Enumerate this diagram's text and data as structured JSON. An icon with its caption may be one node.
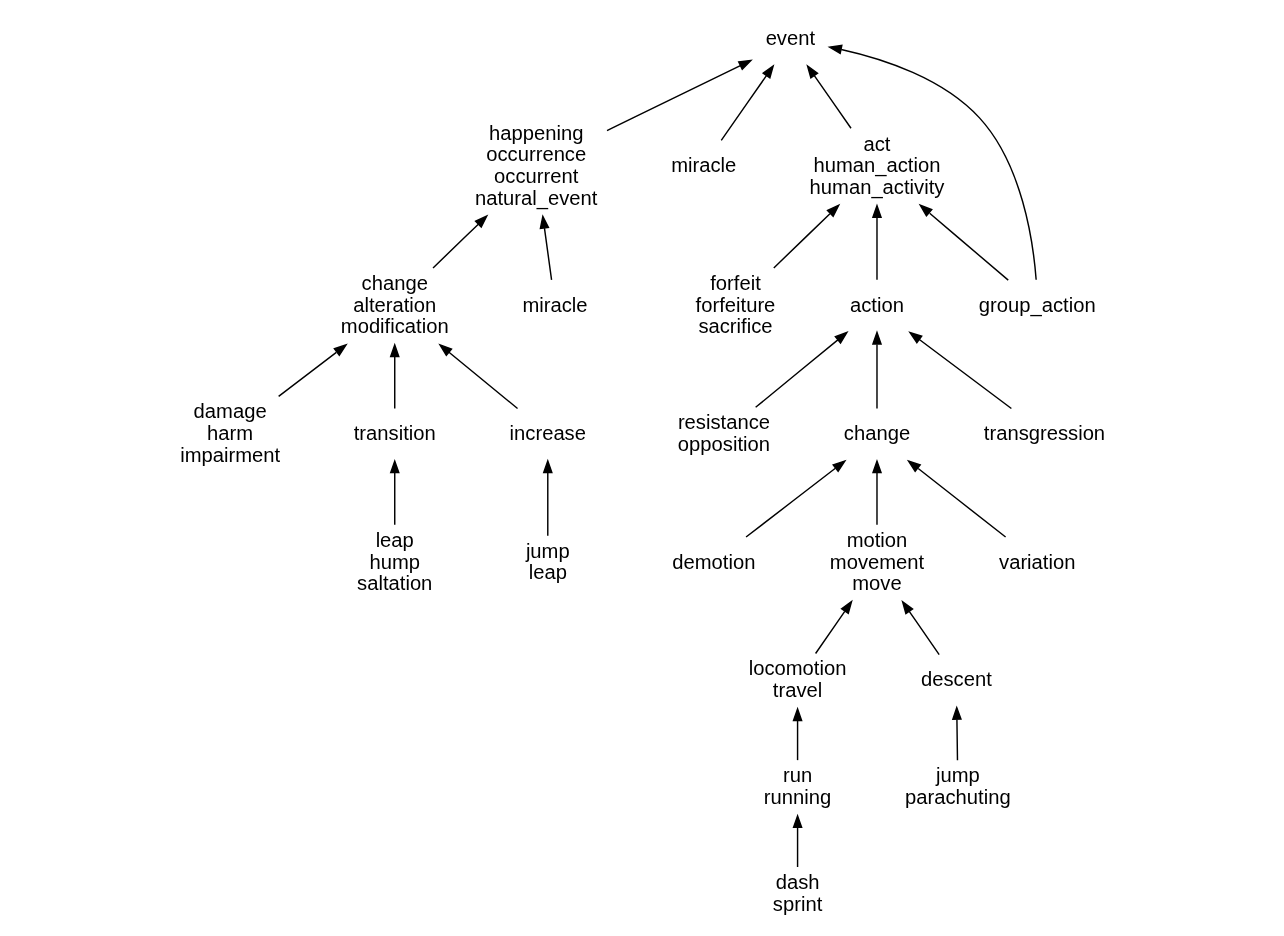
{
  "diagram": {
    "nodes": [
      {
        "text": [
          "event"
        ]
      },
      {
        "text": [
          "happening",
          "occurrence",
          "occurrent",
          "natural_event"
        ]
      },
      {
        "text": [
          "miracle"
        ]
      },
      {
        "text": [
          "act",
          "human_action",
          "human_activity"
        ]
      },
      {
        "text": [
          "change",
          "alteration",
          "modification"
        ]
      },
      {
        "text": [
          "miracle"
        ]
      },
      {
        "text": [
          "forfeit",
          "forfeiture",
          "sacrifice"
        ]
      },
      {
        "text": [
          "action"
        ]
      },
      {
        "text": [
          "group_action"
        ]
      },
      {
        "text": [
          "damage",
          "harm",
          "impairment"
        ]
      },
      {
        "text": [
          "transition"
        ]
      },
      {
        "text": [
          "increase"
        ]
      },
      {
        "text": [
          "resistance",
          "opposition"
        ]
      },
      {
        "text": [
          "change"
        ]
      },
      {
        "text": [
          "transgression"
        ]
      },
      {
        "text": [
          "leap",
          "hump",
          "saltation"
        ]
      },
      {
        "text": [
          "jump",
          "leap"
        ]
      },
      {
        "text": [
          "demotion"
        ]
      },
      {
        "text": [
          "motion",
          "movement",
          "move"
        ]
      },
      {
        "text": [
          "variation"
        ]
      },
      {
        "text": [
          "locomotion",
          "travel"
        ]
      },
      {
        "text": [
          "descent"
        ]
      },
      {
        "text": [
          "run",
          "running"
        ]
      },
      {
        "text": [
          "jump",
          "parachuting"
        ]
      },
      {
        "text": [
          "dash",
          "sprint"
        ]
      }
    ],
    "edges": [
      {
        "from": 1,
        "to": 0,
        "arrow": "to"
      },
      {
        "from": 2,
        "to": 0,
        "arrow": "to"
      },
      {
        "from": 3,
        "to": 0,
        "arrow": "to"
      },
      {
        "from": 8,
        "to": 0,
        "arrow": "to"
      },
      {
        "from": 4,
        "to": 1,
        "arrow": "to"
      },
      {
        "from": 5,
        "to": 1,
        "arrow": "to"
      },
      {
        "from": 6,
        "to": 3,
        "arrow": "to"
      },
      {
        "from": 7,
        "to": 3,
        "arrow": "to"
      },
      {
        "from": 8,
        "to": 3,
        "arrow": "to"
      },
      {
        "from": 9,
        "to": 4,
        "arrow": "to"
      },
      {
        "from": 10,
        "to": 4,
        "arrow": "to"
      },
      {
        "from": 11,
        "to": 4,
        "arrow": "to"
      },
      {
        "from": 12,
        "to": 7,
        "arrow": "to"
      },
      {
        "from": 13,
        "to": 7,
        "arrow": "to"
      },
      {
        "from": 14,
        "to": 7,
        "arrow": "to"
      },
      {
        "from": 15,
        "to": 10,
        "arrow": "to"
      },
      {
        "from": 16,
        "to": 11,
        "arrow": "to"
      },
      {
        "from": 17,
        "to": 13,
        "arrow": "to"
      },
      {
        "from": 18,
        "to": 13,
        "arrow": "to"
      },
      {
        "from": 19,
        "to": 13,
        "arrow": "to"
      },
      {
        "from": 20,
        "to": 18,
        "arrow": "to"
      },
      {
        "from": 21,
        "to": 18,
        "arrow": "to"
      },
      {
        "from": 22,
        "to": 20,
        "arrow": "to"
      },
      {
        "from": 23,
        "to": 21,
        "arrow": "to"
      },
      {
        "from": 24,
        "to": 22,
        "arrow": "to"
      }
    ]
  }
}
